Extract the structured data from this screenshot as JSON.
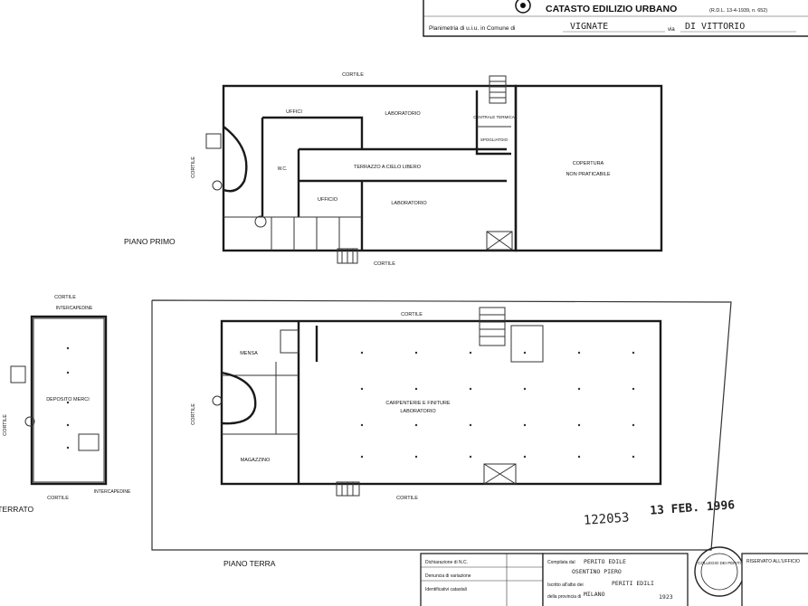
{
  "header": {
    "agency": "CATASTO EDILIZIO URBANO",
    "law_ref": "(R.D.L. 13-4-1939, n. 652)",
    "caption": "Planimetria di u.i.u. in Comune di",
    "comune": "VIGNATE",
    "via_label": "via",
    "street": "DI VITTORIO"
  },
  "floors": {
    "first": {
      "title": "PIANO PRIMO",
      "cortile_top": "CORTILE",
      "cortile_left": "CORTILE",
      "cortile_bottom": "CORTILE",
      "rooms": {
        "uffici": "UFFICI",
        "lab_top": "LABORATORIO",
        "centrale_termica": "CENTRALE TERMICA",
        "spogliatoio": "SPOGLIATOIO",
        "wc": "W.C.",
        "terrazzo": "TERRAZZO A CIELO LIBERO",
        "ufficio": "UFFICIO",
        "lab_bottom": "LABORATORIO",
        "copertura": "COPERTURA",
        "non_praticabile": "NON PRATICABILE"
      }
    },
    "ground": {
      "title": "PIANO TERRA",
      "cortile_top": "CORTILE",
      "cortile_left": "CORTILE",
      "cortile_bottom": "CORTILE",
      "rooms": {
        "mensa": "MENSA",
        "magazzino": "MAGAZZINO",
        "main_1": "CARPENTERIE E FINITURE",
        "main_2": "LABORATORIO"
      }
    },
    "basement": {
      "title": "PIANO INTERRATO",
      "cortile_top": "CORTILE",
      "intercap_top": "INTERCAPEDINE",
      "cortile_left": "CORTILE",
      "deposito": "DEPOSITO MERCI",
      "cortile_bottom": "CORTILE",
      "intercap_bottom": "INTERCAPEDINE"
    }
  },
  "stamp": {
    "number": "122053",
    "date": "13 FEB. 1996"
  },
  "footer": {
    "rows": [
      "Dichiarazione di N.C.",
      "Denuncia di variazione",
      "Identificativi catastali"
    ],
    "compilata_label": "Compilata dal",
    "compilata_value": "PERITO EDILE",
    "compilata_name": "OSENTINO PIERO",
    "iscritto_label": "Iscritto all'albo dei",
    "iscritto_value": "PERITI EDILI",
    "provincia_label": "della provincia di",
    "provincia_value": "MILANO",
    "n_value": "1923",
    "seal_text": "COLLEGIO DEI PERITI",
    "reserved_label": "RISERVATO ALL'UFFICIO"
  }
}
